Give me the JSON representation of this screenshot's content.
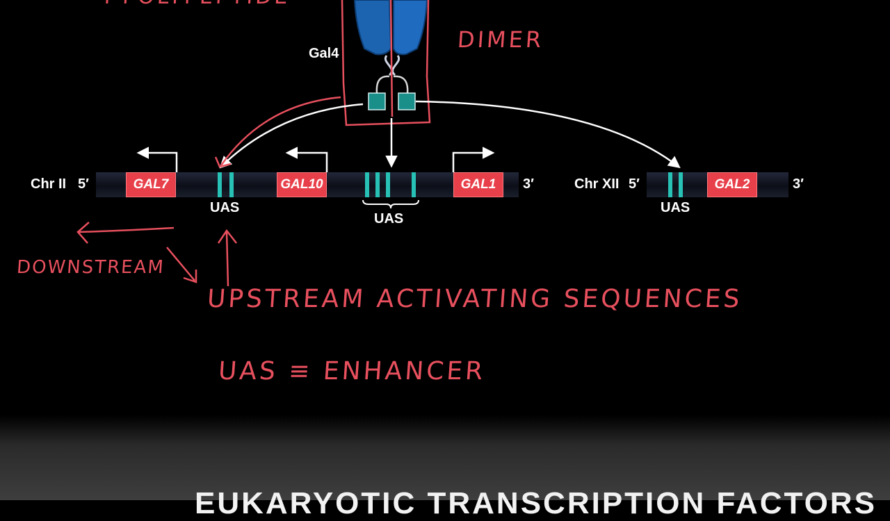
{
  "protein": {
    "name": "Gal4"
  },
  "annotations": {
    "top_partial": "I POLYPEPTIDE",
    "dimer": "DIMER",
    "downstream": "DOWNSTREAM",
    "upstream_activating": "UPSTREAM ACTIVATING SEQUENCES",
    "uas_enhancer": "UAS ≡ ENHANCER"
  },
  "chromosome_ii": {
    "label": "Chr II",
    "five_prime": "5′",
    "three_prime": "3′",
    "genes": [
      "GAL7",
      "GAL10",
      "GAL1"
    ],
    "uas_left": "UAS",
    "uas_middle": "UAS"
  },
  "chromosome_xii": {
    "label": "Chr XII",
    "five_prime": "5′",
    "three_prime": "3′",
    "genes": [
      "GAL2"
    ],
    "uas": "UAS"
  },
  "footer": {
    "title": "EUKARYOTIC TRANSCRIPTION FACTORS"
  },
  "colors": {
    "gene": "#e8404a",
    "uas": "#28c1b6",
    "ink": "#e8505e",
    "protein": "#1c63b0"
  }
}
